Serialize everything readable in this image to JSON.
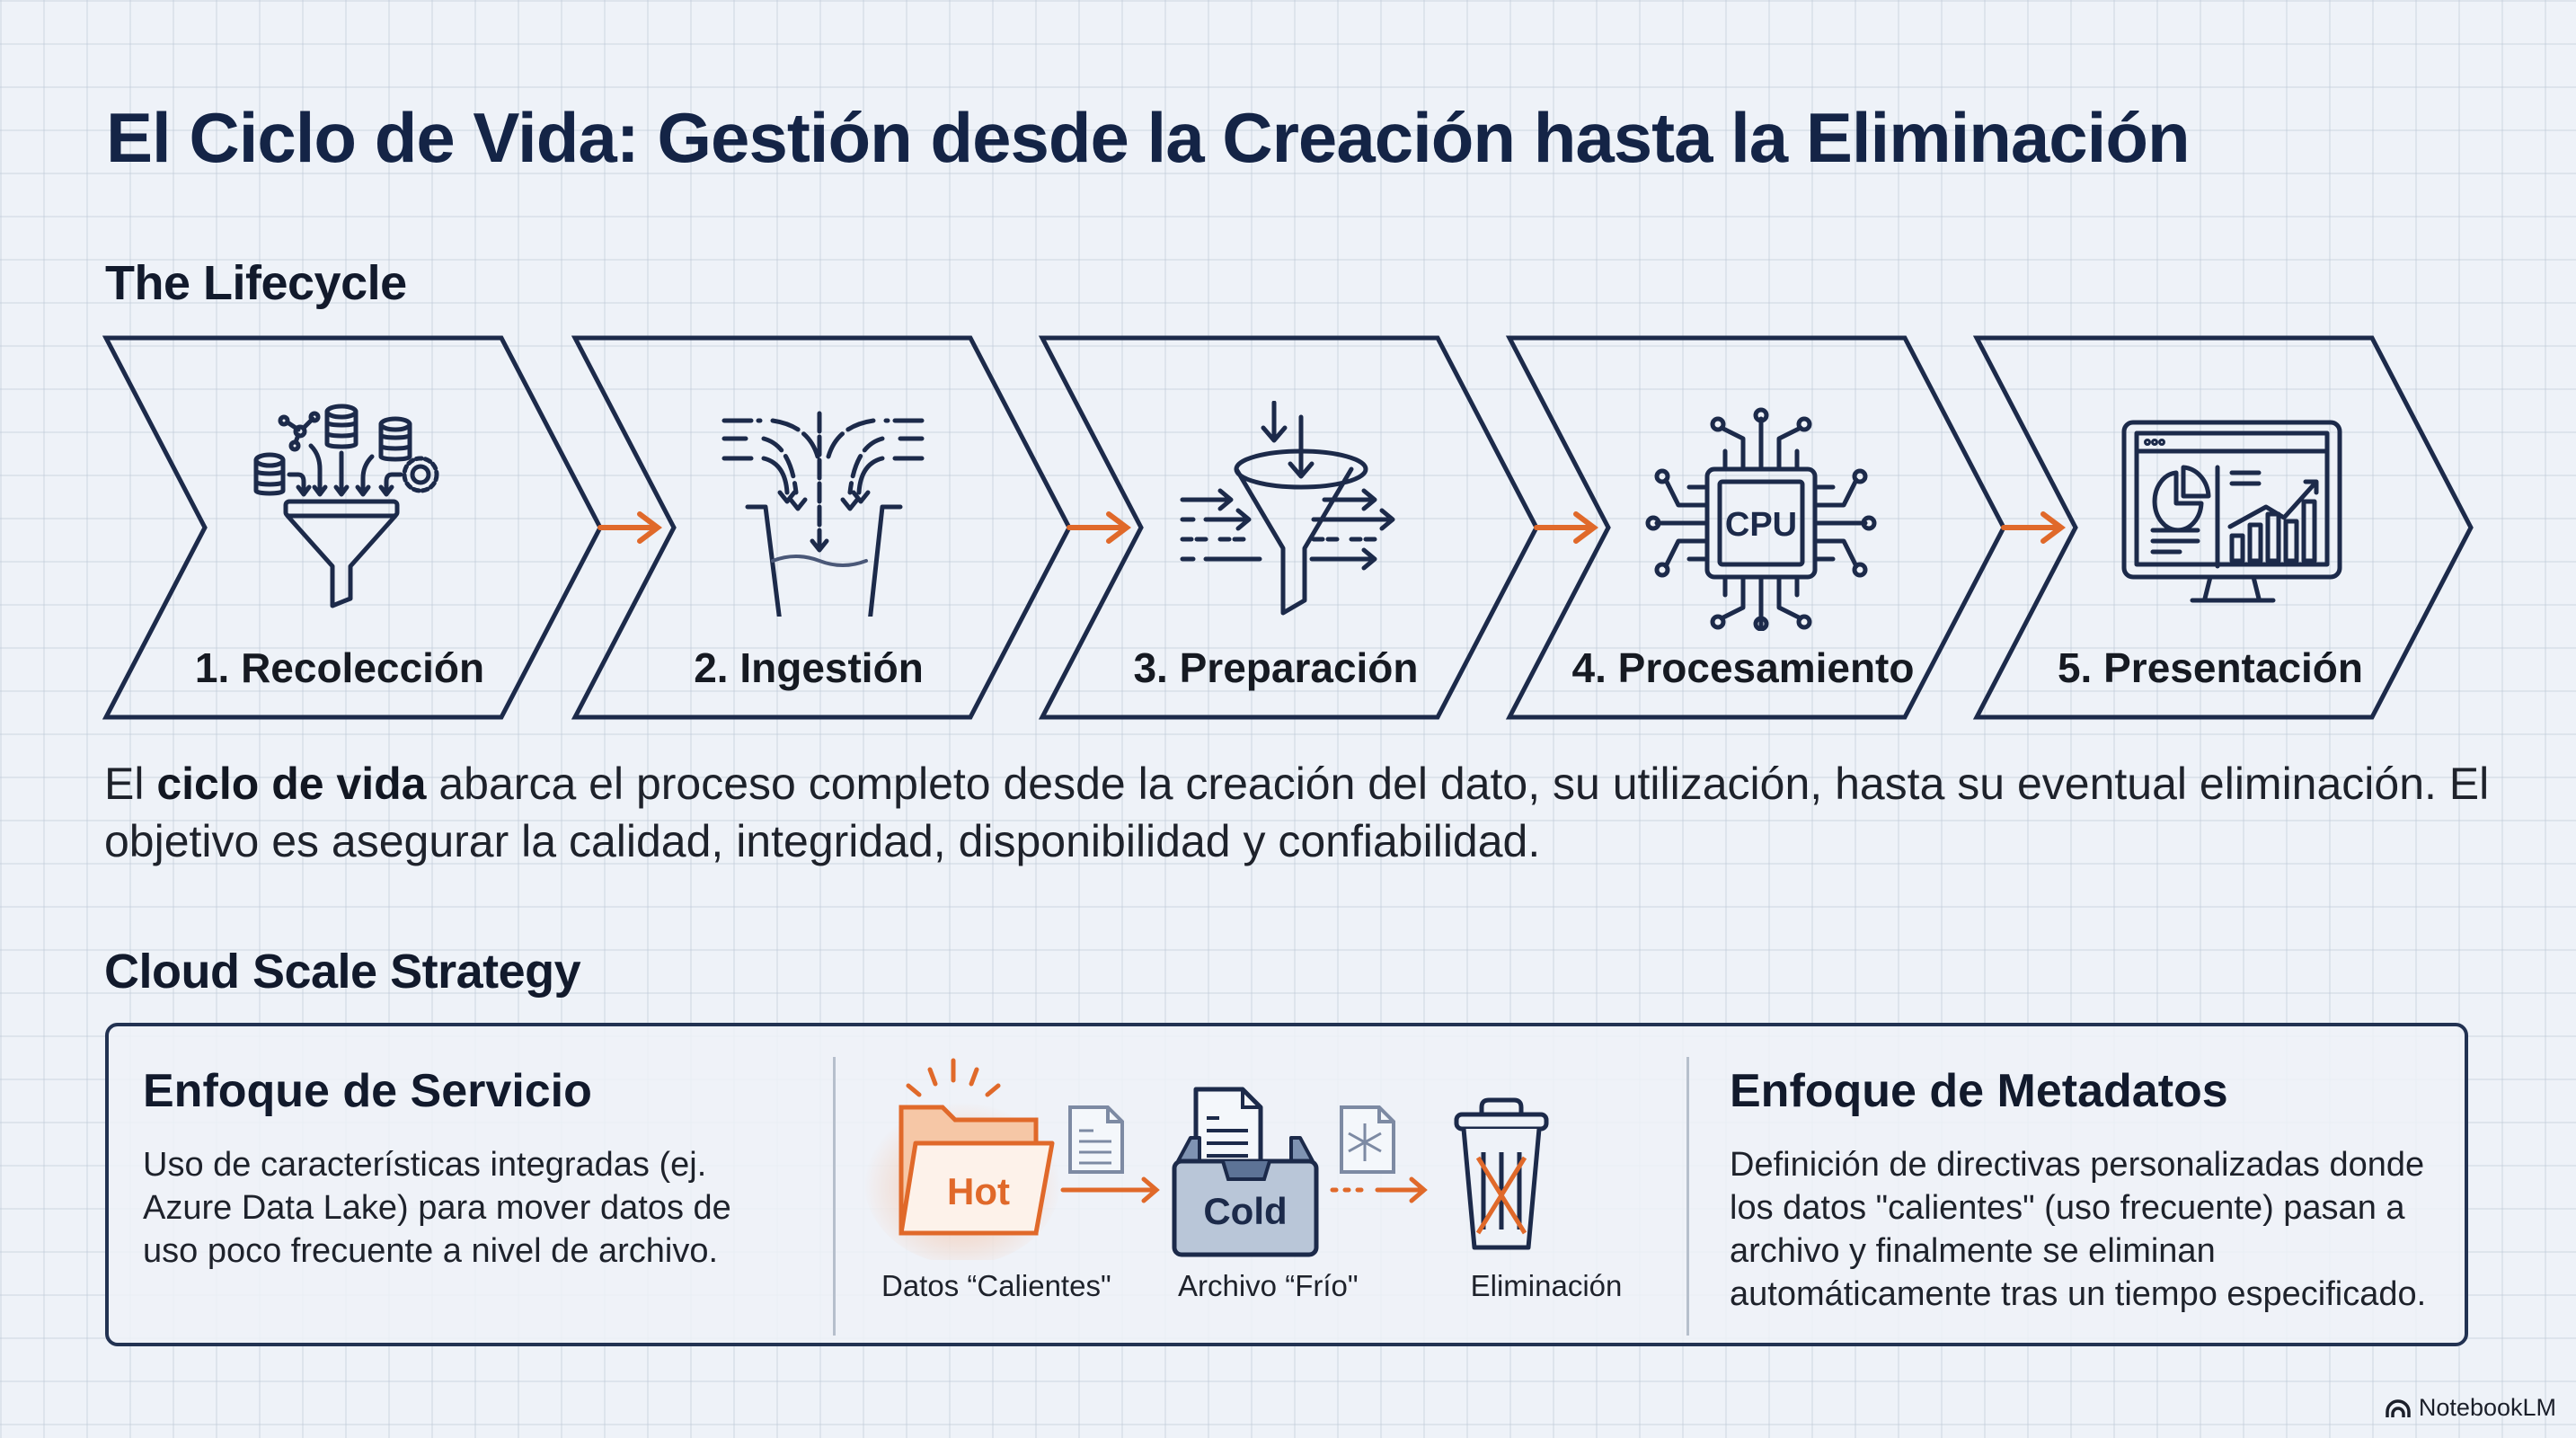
{
  "title": "El Ciclo de Vida: Gestión desde la Creación hasta la Eliminación",
  "lifecycle": {
    "heading": "The Lifecycle",
    "stages": [
      {
        "label": "1. Recolección",
        "icon": "funnel-data-sources-icon"
      },
      {
        "label": "2. Ingestión",
        "icon": "streams-into-bucket-icon"
      },
      {
        "label": "3. Preparación",
        "icon": "filter-funnel-icon"
      },
      {
        "label": "4. Procesamiento",
        "icon": "cpu-chip-icon",
        "icon_text": "CPU"
      },
      {
        "label": "5. Presentación",
        "icon": "dashboard-monitor-icon"
      }
    ],
    "connector_color": "#e0692a"
  },
  "description": {
    "prefix": "El ",
    "bold": "ciclo de vida",
    "rest": " abarca el proceso completo desde la creación del dato, su utilización, hasta su eventual eliminación. El objetivo es asegurar la calidad, integridad, disponibilidad y confiabilidad."
  },
  "cloud_strategy": {
    "heading": "Cloud Scale Strategy",
    "service_approach": {
      "title": "Enfoque de Servicio",
      "text": "Uso de características integradas (ej. Azure Data Lake) para mover datos de uso poco frecuente a nivel de archivo."
    },
    "flow": {
      "hot": {
        "icon_text": "Hot",
        "label": "Datos “Calientes\"",
        "color": "#e0692a"
      },
      "cold": {
        "icon_text": "Cold",
        "label": "Archivo “Frío\"",
        "color": "#22355a"
      },
      "delete": {
        "label": "Eliminación"
      }
    },
    "metadata_approach": {
      "title": "Enfoque de Metadatos",
      "text": "Definición de directivas personalizadas donde los datos \"calientes\" (uso frecuente) pasan a archivo y finalmente se eliminan automáticamente tras un tiempo especificado."
    }
  },
  "brand": {
    "name": "NotebookLM"
  },
  "colors": {
    "navy": "#142446",
    "accent_orange": "#e0692a",
    "background": "#eef2f8"
  }
}
